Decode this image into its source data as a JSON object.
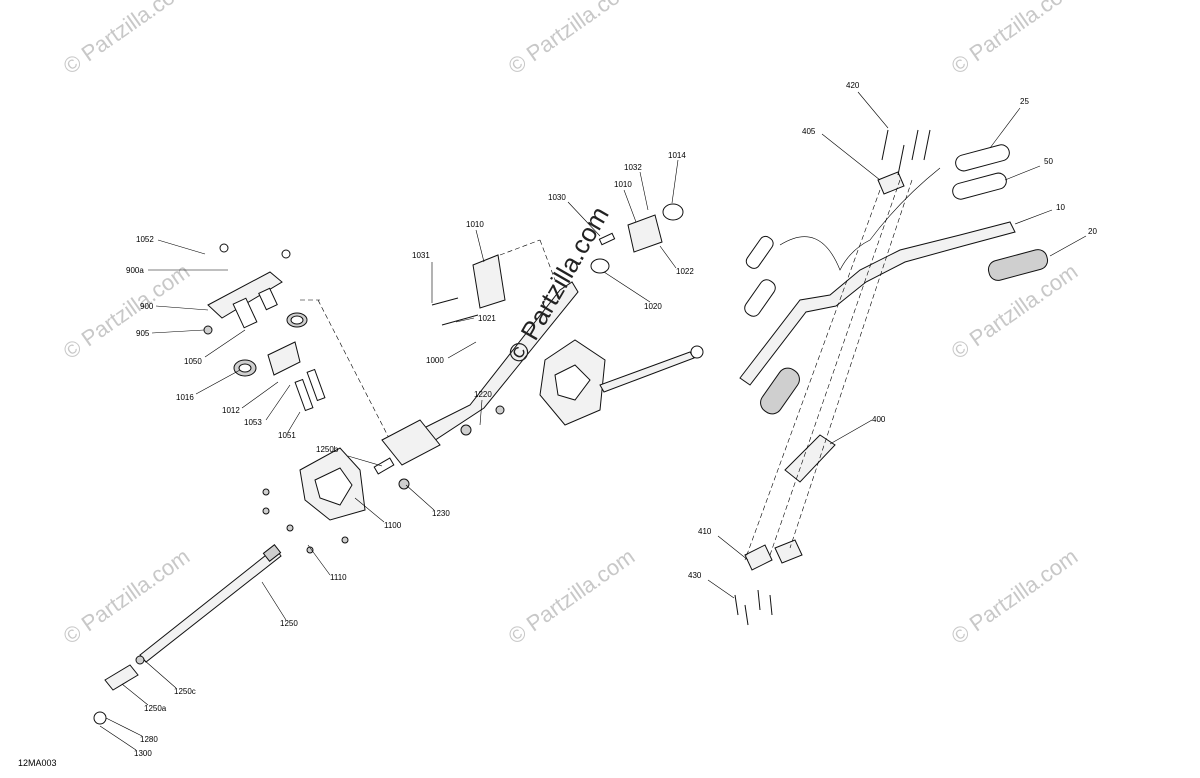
{
  "diagram": {
    "reference": "12MA003",
    "center_watermark": "© Partzilla.com",
    "tile_watermark": "© Partzilla.com",
    "callouts": [
      {
        "id": "c1052",
        "label": "1052"
      },
      {
        "id": "c900a",
        "label": "900a"
      },
      {
        "id": "c900",
        "label": "900"
      },
      {
        "id": "c905",
        "label": "905"
      },
      {
        "id": "c1050",
        "label": "1050"
      },
      {
        "id": "c1016",
        "label": "1016"
      },
      {
        "id": "c1012",
        "label": "1012"
      },
      {
        "id": "c1053",
        "label": "1053"
      },
      {
        "id": "c1051",
        "label": "1051"
      },
      {
        "id": "c1031",
        "label": "1031"
      },
      {
        "id": "c1010a",
        "label": "1010"
      },
      {
        "id": "c1021",
        "label": "1021"
      },
      {
        "id": "c1000",
        "label": "1000"
      },
      {
        "id": "c1030",
        "label": "1030"
      },
      {
        "id": "c1010b",
        "label": "1010"
      },
      {
        "id": "c1032",
        "label": "1032"
      },
      {
        "id": "c1014",
        "label": "1014"
      },
      {
        "id": "c1022",
        "label": "1022"
      },
      {
        "id": "c1020",
        "label": "1020"
      },
      {
        "id": "c1220",
        "label": "1220"
      },
      {
        "id": "c1250b",
        "label": "1250b"
      },
      {
        "id": "c1230",
        "label": "1230"
      },
      {
        "id": "c1100",
        "label": "1100"
      },
      {
        "id": "c1110",
        "label": "1110"
      },
      {
        "id": "c1250",
        "label": "1250"
      },
      {
        "id": "c1250c",
        "label": "1250c"
      },
      {
        "id": "c1250a",
        "label": "1250a"
      },
      {
        "id": "c1280",
        "label": "1280"
      },
      {
        "id": "c1300",
        "label": "1300"
      },
      {
        "id": "c420",
        "label": "420"
      },
      {
        "id": "c405",
        "label": "405"
      },
      {
        "id": "c25",
        "label": "25"
      },
      {
        "id": "c50",
        "label": "50"
      },
      {
        "id": "c10",
        "label": "10"
      },
      {
        "id": "c20",
        "label": "20"
      },
      {
        "id": "c400",
        "label": "400"
      },
      {
        "id": "c410",
        "label": "410"
      },
      {
        "id": "c430",
        "label": "430"
      }
    ]
  }
}
